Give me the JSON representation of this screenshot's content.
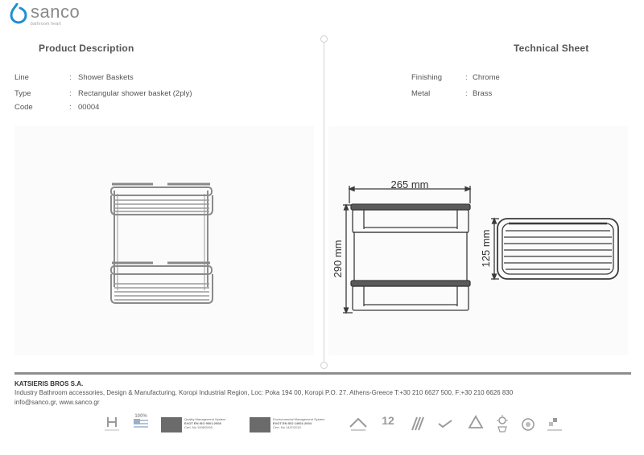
{
  "brand": {
    "name": "sanco",
    "tagline": "bathroom heart",
    "logo_color": "#1f8fcf"
  },
  "product_description": {
    "heading": "Product Description",
    "fields": [
      {
        "label": "Line",
        "value": "Shower Baskets"
      },
      {
        "label": "Type",
        "value": "Rectangular shower basket (2ply)"
      },
      {
        "label": "Code",
        "value": "00004"
      }
    ]
  },
  "technical_sheet": {
    "heading": "Technical Sheet",
    "fields": [
      {
        "label": "Finishing",
        "value": "Chrome"
      },
      {
        "label": "Metal",
        "value": "Brass"
      }
    ]
  },
  "dimensions": {
    "width": "265 mm",
    "height": "290 mm",
    "depth": "125 mm"
  },
  "footer": {
    "company": "KATSIERIS BROS S.A.",
    "address": "Industry Bathroom accessories, Design & Manufacturing, Koropi Industrial Region, Loc: Poka 194 00, Koropi P.O. 27. Athens-Greece   T:+30 210 6627 500, F:+30 210 6626 830",
    "contact": "info@sanco.gr, www.sanco.gr",
    "cert_iso9001_line1": "Quality Management System",
    "cert_iso9001_line2": "ΕΛΟΤ EN ISO 9001:2008",
    "cert_iso9001_line3": "Cert. No 1008/2000",
    "cert_iso14001_line1": "Environmental Management System",
    "cert_iso14001_line2": "ΕΛΟΤ EN ISO 14001:2004",
    "cert_iso14001_line3": "Cert. No 1447/2010",
    "badge_100": "100%",
    "badge_12": "12"
  },
  "colors": {
    "line": "#3a3a3a",
    "text": "#555555",
    "rule": "#8e8e8e"
  }
}
